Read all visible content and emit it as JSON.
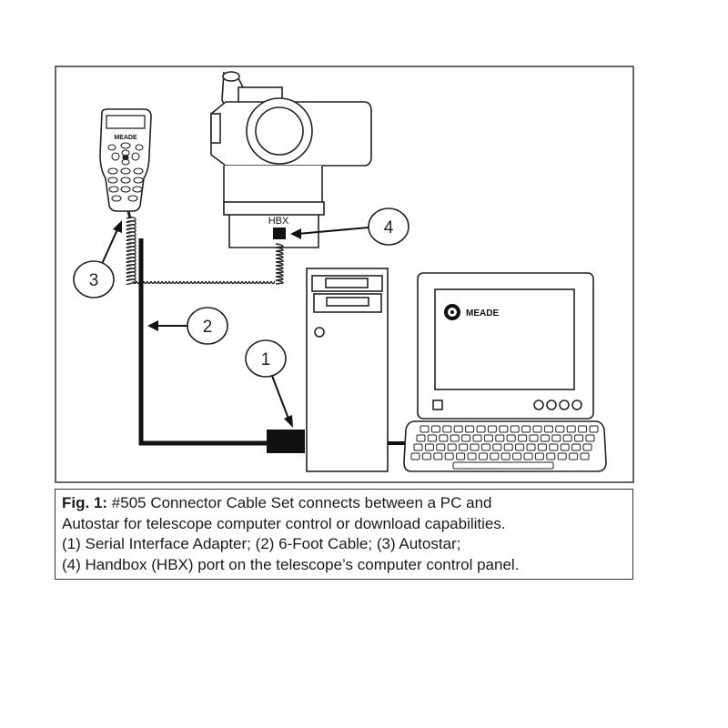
{
  "diagram": {
    "callouts": [
      "1",
      "2",
      "3",
      "4"
    ],
    "hbx_label": "HBX",
    "handbox_brand": "MEADE",
    "monitor_brand": "MEADE"
  },
  "caption": {
    "fig_label": "Fig. 1:",
    "line1_rest": " #505 Connector Cable Set connects between a PC and",
    "line2": "Autostar for telescope computer control or download capabilities.",
    "line3": "(1) Serial Interface Adapter; (2) 6-Foot Cable; (3) Autostar;",
    "line4": "(4) Handbox (HBX) port on the telescope’s computer control panel."
  }
}
